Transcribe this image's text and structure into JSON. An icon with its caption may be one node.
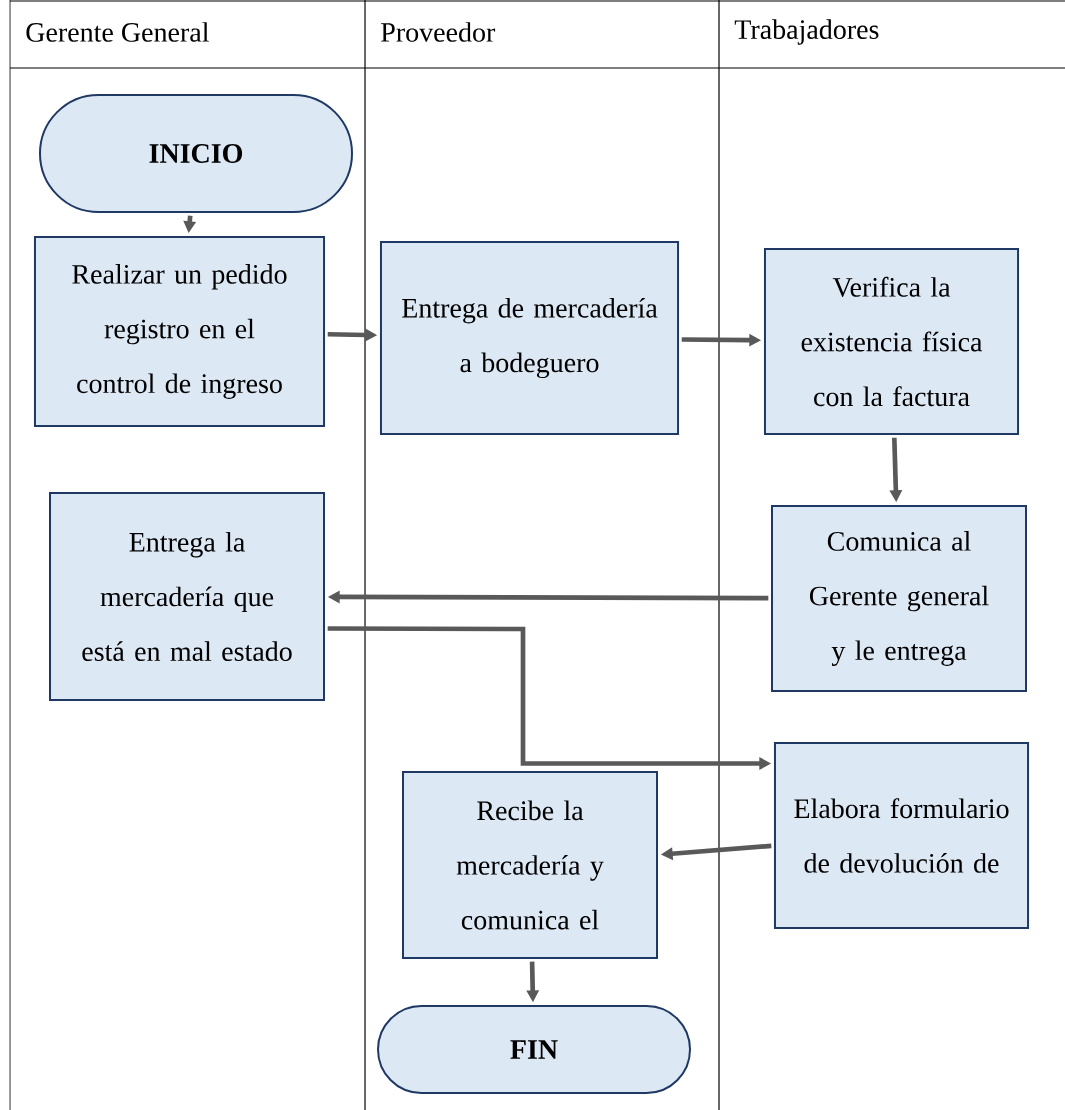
{
  "diagram": {
    "nodes": [
      {
        "text": [
          "INICIO"
        ]
      },
      {
        "text": [
          "Realizar un pedido registro en el control de ingreso"
        ]
      },
      {
        "text": [
          "Entrega de mercadería a bodeguero"
        ]
      },
      {
        "text": [
          "Verifica la existencia física con la factura"
        ]
      },
      {
        "text": [
          "Entrega la mercadería que está en mal estado"
        ]
      },
      {
        "text": [
          "Comunica al Gerente general y le entrega"
        ]
      },
      {
        "text": [
          "Elabora formulario de devolución de"
        ]
      },
      {
        "text": [
          "Recibe la mercadería y comunica el"
        ]
      },
      {
        "text": [
          "FIN"
        ]
      }
    ],
    "edges": [
      {
        "from": 0,
        "to": 1,
        "arrow": "to"
      },
      {
        "from": 1,
        "to": 2,
        "arrow": "to"
      },
      {
        "from": 2,
        "to": 3,
        "arrow": "to"
      },
      {
        "from": 3,
        "to": 5,
        "arrow": "to"
      },
      {
        "from": 5,
        "to": 4,
        "arrow": "to"
      },
      {
        "from": 4,
        "to": 6,
        "arrow": "to"
      },
      {
        "from": 6,
        "to": 7,
        "arrow": "to"
      },
      {
        "from": 7,
        "to": 8,
        "arrow": "to"
      }
    ],
    "labels": [
      "Gerente General",
      "Proveedor",
      "Trabajadores"
    ]
  }
}
